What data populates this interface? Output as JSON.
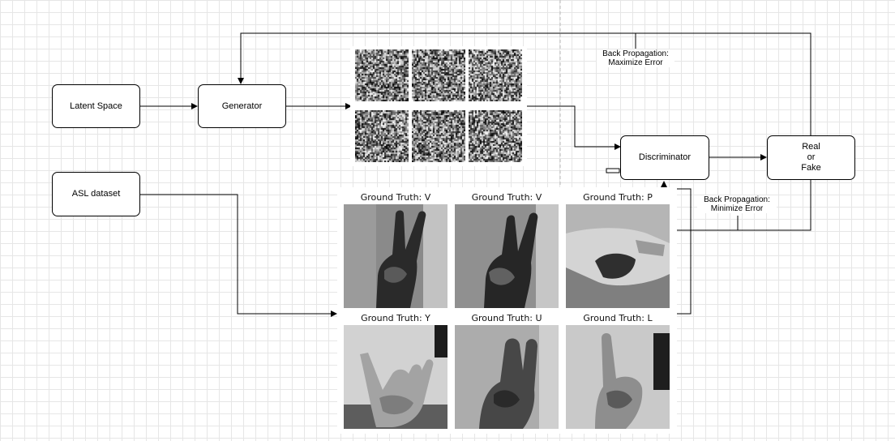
{
  "nodes": {
    "latent_space": "Latent Space",
    "generator": "Generator",
    "asl_dataset": "ASL dataset",
    "discriminator": "Discriminator",
    "real_or_fake": "Real\nor\nFake"
  },
  "edge_labels": {
    "maximize": "Back Propagation:\nMaximize Error",
    "minimize": "Back Propagation:\nMinimize Error"
  },
  "noise_grid": {
    "tiles": 6
  },
  "real_samples": [
    {
      "caption": "Ground Truth: V",
      "icon": "hand-sign-v-image"
    },
    {
      "caption": "Ground Truth: V",
      "icon": "hand-sign-v-image"
    },
    {
      "caption": "Ground Truth: P",
      "icon": "hand-sign-p-image"
    },
    {
      "caption": "Ground Truth: Y",
      "icon": "hand-sign-y-image"
    },
    {
      "caption": "Ground Truth: U",
      "icon": "hand-sign-u-image"
    },
    {
      "caption": "Ground Truth: L",
      "icon": "hand-sign-l-image"
    }
  ],
  "colors": {
    "line": "#000000",
    "grid": "#e6e6e6",
    "dashed_divider": "#bbbbbb"
  }
}
